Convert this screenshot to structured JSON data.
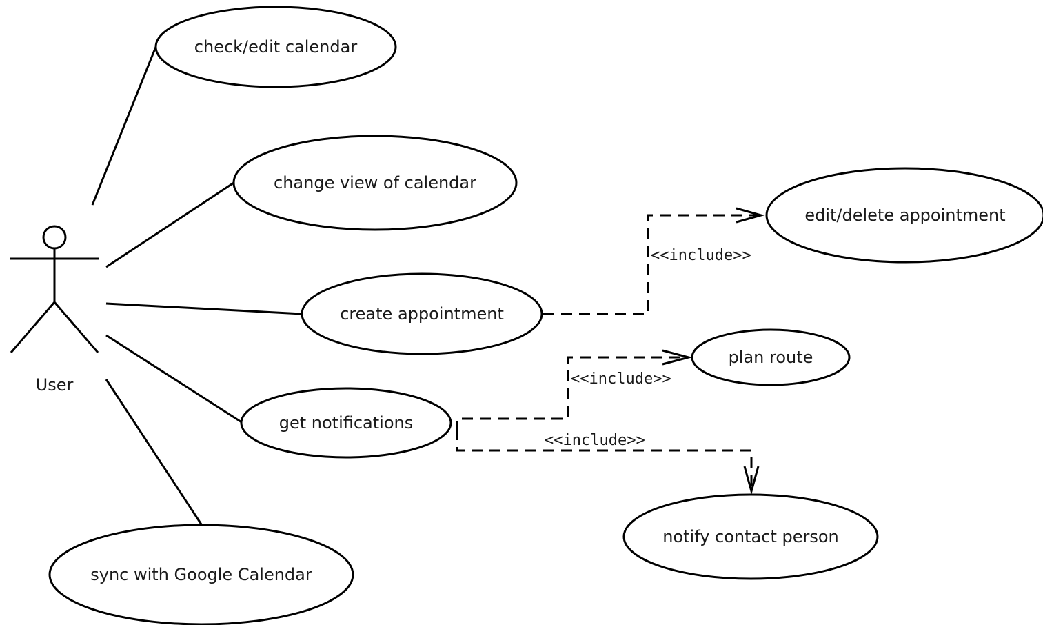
{
  "diagram": {
    "type": "uml-use-case",
    "actor": {
      "name": "User"
    },
    "use_cases": {
      "check_edit_calendar": "check/edit calendar",
      "change_view": "change view of calendar",
      "create_appointment": "create appointment",
      "get_notifications": "get notifications",
      "sync_google": "sync with Google Calendar",
      "edit_delete_appointment": "edit/delete appointment",
      "plan_route": "plan route",
      "notify_contact": "notify contact person"
    },
    "associations": [
      {
        "actor": "User",
        "use_case": "check/edit calendar"
      },
      {
        "actor": "User",
        "use_case": "change view of calendar"
      },
      {
        "actor": "User",
        "use_case": "create appointment"
      },
      {
        "actor": "User",
        "use_case": "get notifications"
      },
      {
        "actor": "User",
        "use_case": "sync with Google Calendar"
      }
    ],
    "includes": [
      {
        "from": "create appointment",
        "to": "edit/delete appointment",
        "label": "<<include>>"
      },
      {
        "from": "get notifications",
        "to": "plan route",
        "label": "<<include>>"
      },
      {
        "from": "get notifications",
        "to": "notify contact person",
        "label": "<<include>>"
      }
    ]
  }
}
